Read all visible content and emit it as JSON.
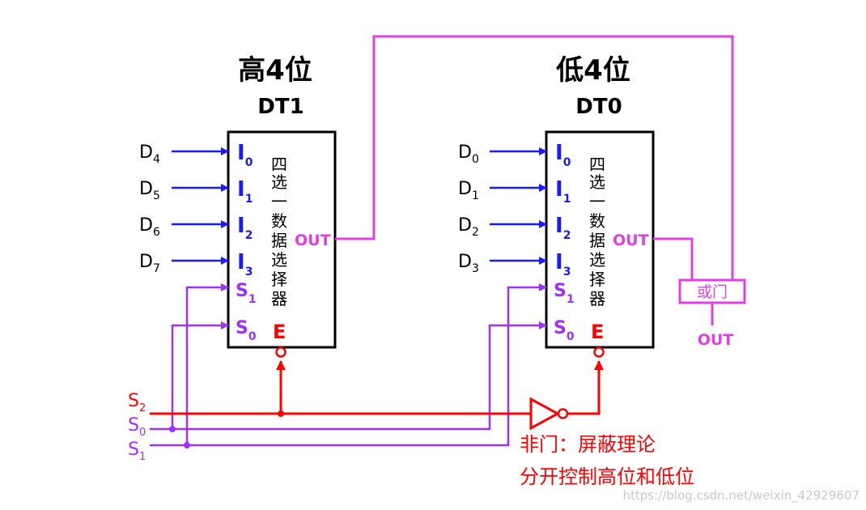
{
  "titles": {
    "high_title": "高4位",
    "high_chip": "DT1",
    "low_title": "低4位",
    "low_chip": "DT0"
  },
  "chip_label_chars": [
    "四",
    "选",
    "一",
    "数",
    "据",
    "选",
    "择",
    "器"
  ],
  "inputs_high": [
    {
      "name": "D",
      "sub": "4"
    },
    {
      "name": "D",
      "sub": "5"
    },
    {
      "name": "D",
      "sub": "6"
    },
    {
      "name": "D",
      "sub": "7"
    }
  ],
  "inputs_low": [
    {
      "name": "D",
      "sub": "0"
    },
    {
      "name": "D",
      "sub": "1"
    },
    {
      "name": "D",
      "sub": "2"
    },
    {
      "name": "D",
      "sub": "3"
    }
  ],
  "pins": {
    "i_letter": "I",
    "i_subs": [
      "0",
      "1",
      "2",
      "3"
    ],
    "s_letter": "S",
    "s_subs": [
      "1",
      "0"
    ],
    "enable": "E",
    "out": "OUT"
  },
  "select_lines": [
    {
      "name": "S",
      "sub": "2"
    },
    {
      "name": "S",
      "sub": "0"
    },
    {
      "name": "S",
      "sub": "1"
    }
  ],
  "or_gate_label": "或门",
  "final_out": "OUT",
  "annotation": {
    "line1": "非门：屏蔽理论",
    "line2": "分开控制高位和低位"
  },
  "watermark": "https://blog.csdn.net/weixin_42929607",
  "colors": {
    "data_wire": "#1a1aff",
    "select_wire": "#9b30ff",
    "enable_wire": "#ff0000",
    "out_wire": "#e040e0",
    "text": "#000000"
  }
}
